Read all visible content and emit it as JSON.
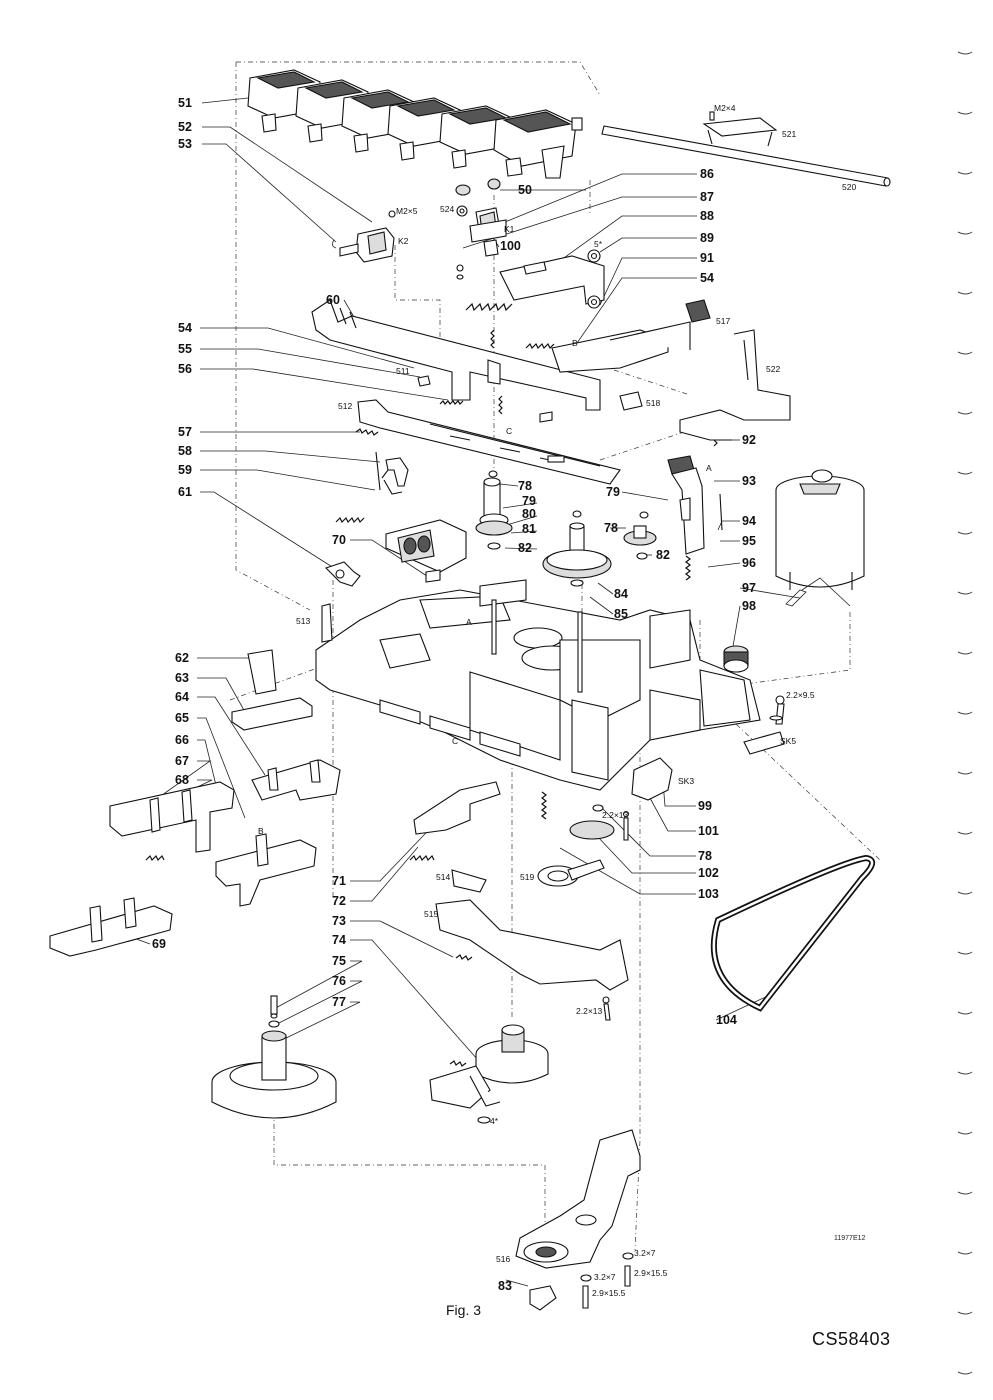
{
  "figure": {
    "caption": "Fig. 3",
    "document_code": "CS58403",
    "drawing_number": "11977E12"
  },
  "callouts_left": [
    "51",
    "52",
    "53",
    "54",
    "55",
    "56",
    "57",
    "58",
    "59",
    "61",
    "62",
    "63",
    "64",
    "65",
    "66",
    "67",
    "68",
    "69",
    "70",
    "71",
    "72",
    "73",
    "74",
    "75",
    "76",
    "77"
  ],
  "callouts_right": [
    "86",
    "87",
    "88",
    "89",
    "91",
    "54",
    "92",
    "93",
    "94",
    "95",
    "96",
    "97",
    "98",
    "99",
    "101",
    "78",
    "102",
    "103",
    "104"
  ],
  "callouts_center": [
    "50",
    "100",
    "60",
    "78",
    "79",
    "80",
    "81",
    "82",
    "78",
    "82",
    "84",
    "85",
    "79",
    "83"
  ],
  "part_refs": [
    "520",
    "521",
    "522",
    "517",
    "518",
    "511",
    "512",
    "513",
    "514",
    "515",
    "516",
    "519",
    "524"
  ],
  "screw_specs": [
    "M2×4",
    "M2×5",
    "5*",
    "2.2×9.5",
    "2.2×13",
    "2.2×13",
    "3.2×7",
    "2.9×15.5",
    "3.2×7",
    "2.9×15.5",
    "4*"
  ],
  "letters": [
    "K1",
    "K2",
    "A",
    "B",
    "C",
    "A",
    "B",
    "C",
    "SK3",
    "SK5"
  ]
}
